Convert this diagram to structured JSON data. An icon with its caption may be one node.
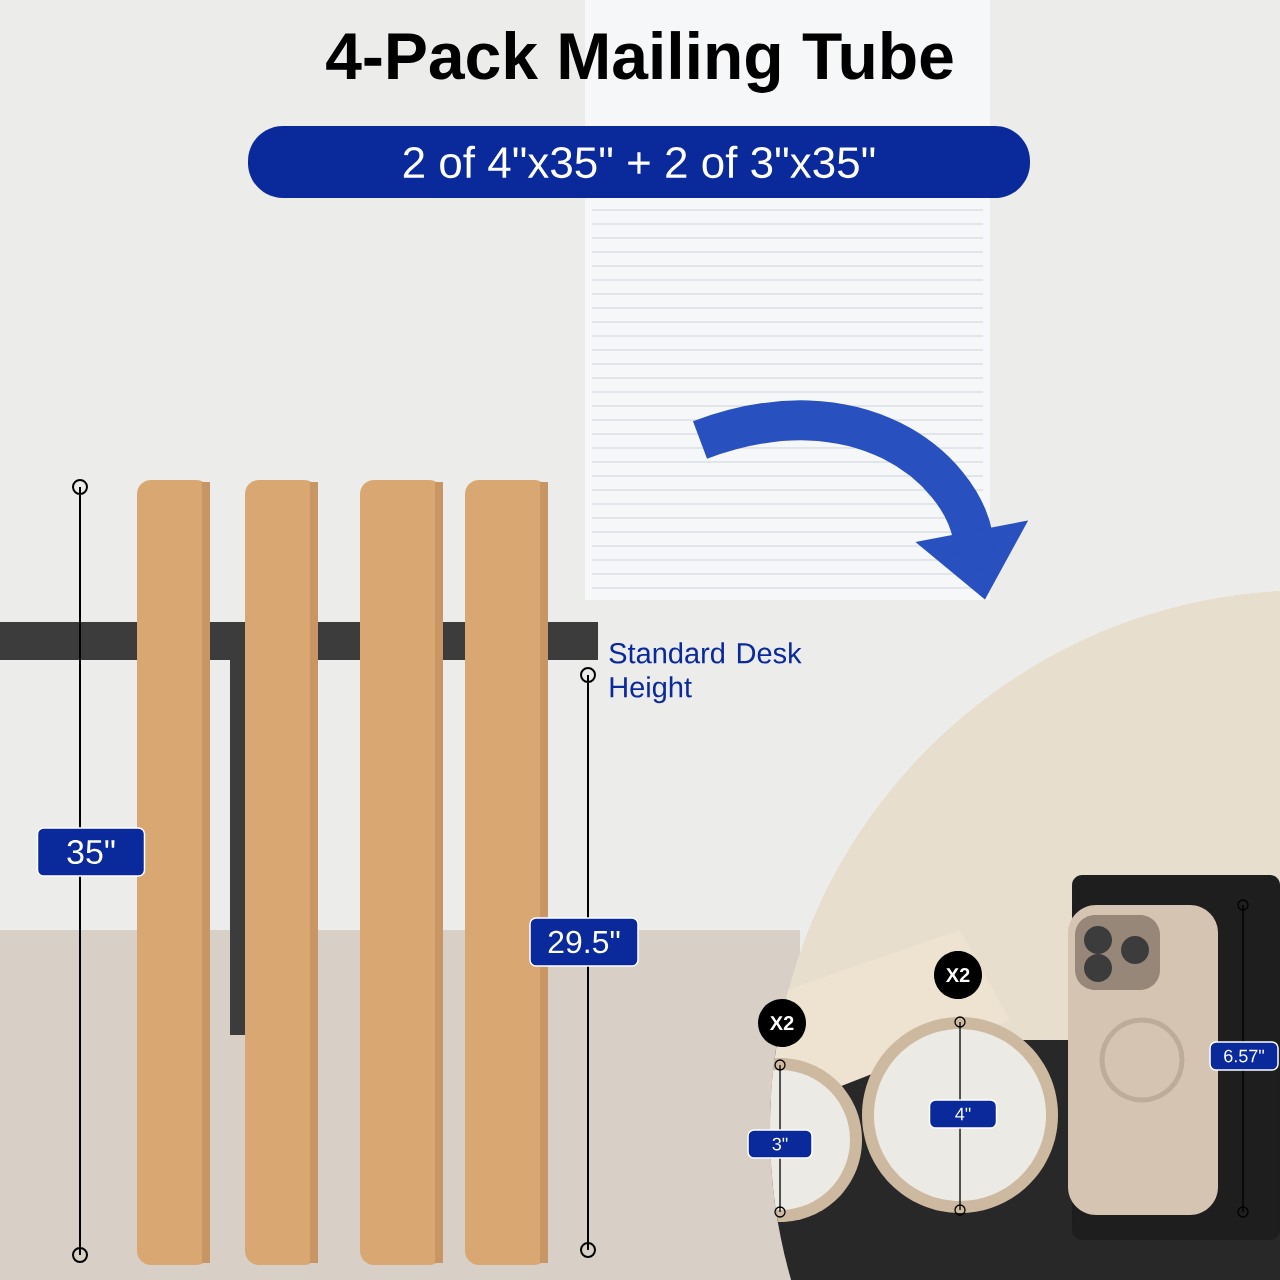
{
  "diagram": {
    "title": "4-Pack Mailing Tube",
    "labels": [
      "2 of 4\"x35\" + 2 of 3\"x35\"",
      "35\"",
      "Standard Desk Height",
      "29.5\"",
      "X2",
      "X2",
      "3\"",
      "4\"",
      "6.57\""
    ]
  }
}
